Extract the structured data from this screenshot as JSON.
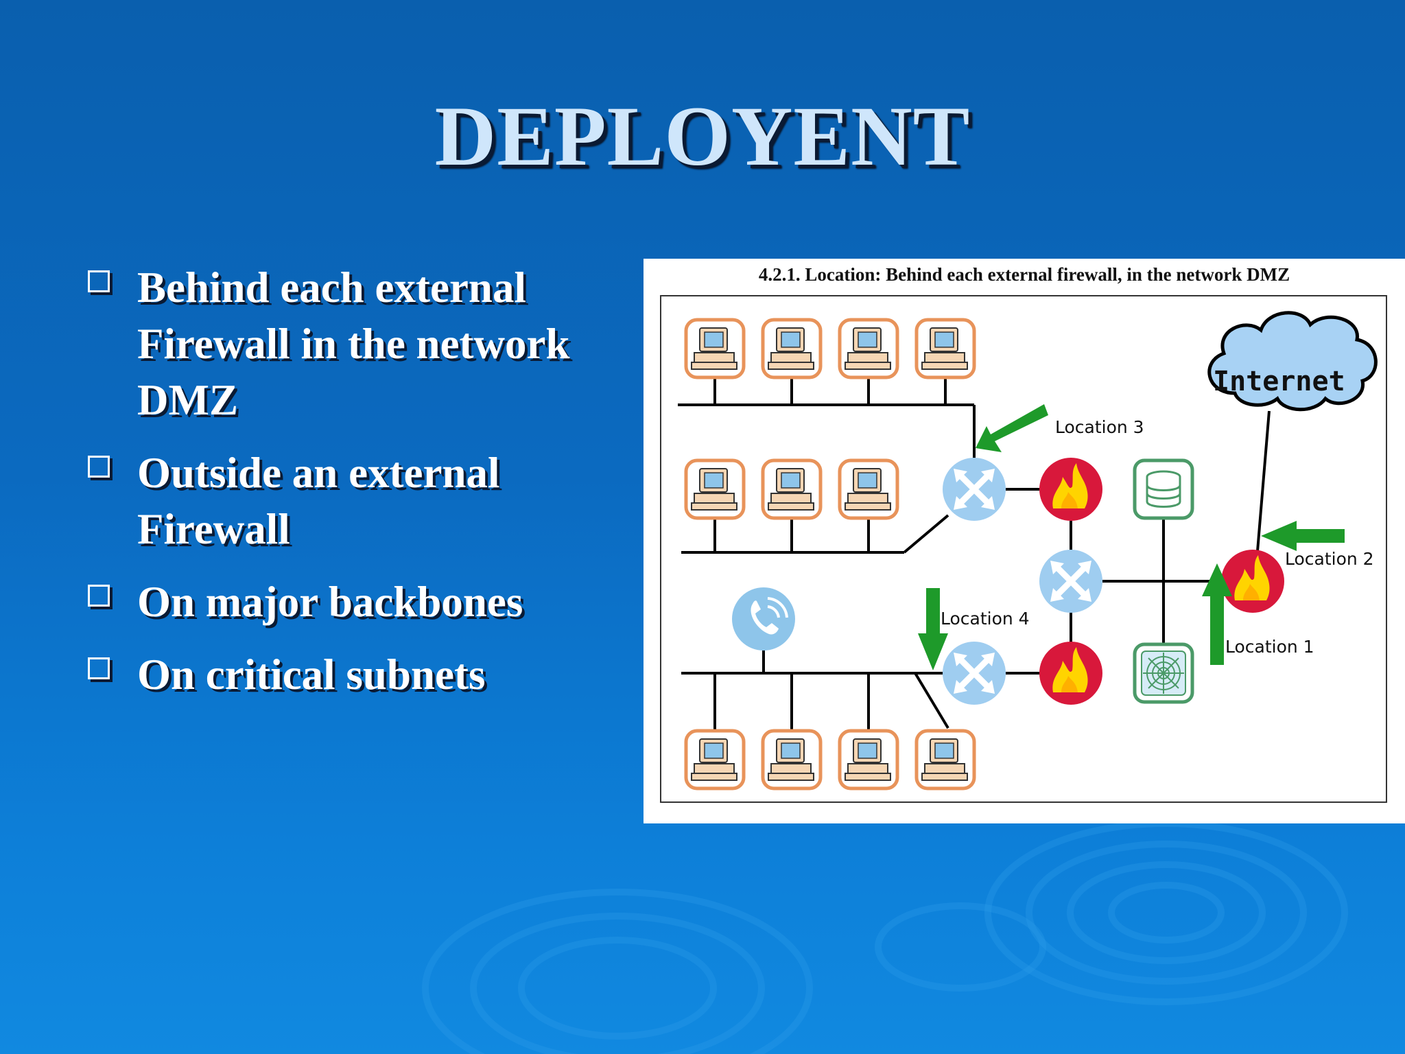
{
  "slide": {
    "title": "DEPLOYENT",
    "bullets": [
      {
        "line1": "Behind each external",
        "line2": "Firewall in the network",
        "line3": "DMZ"
      },
      {
        "line1": "Outside an external",
        "line2": "Firewall"
      },
      {
        "line1": "On major backbones"
      },
      {
        "line1": "On critical subnets"
      }
    ]
  },
  "figure": {
    "caption": "4.2.1.  Location:  Behind each external firewall, in the network DMZ",
    "cloud_label": "Internet",
    "locations": [
      "Location 1",
      "Location 2",
      "Location 3",
      "Location 4"
    ],
    "colors": {
      "workstation_border": "#e8935a",
      "workstation_fill": "#f6d6b4",
      "router": "#9fcdf0",
      "firewall": "#d8183b",
      "flame": "#ffd400",
      "arrow": "#1e9a2a",
      "server_border": "#4b9a68"
    }
  }
}
